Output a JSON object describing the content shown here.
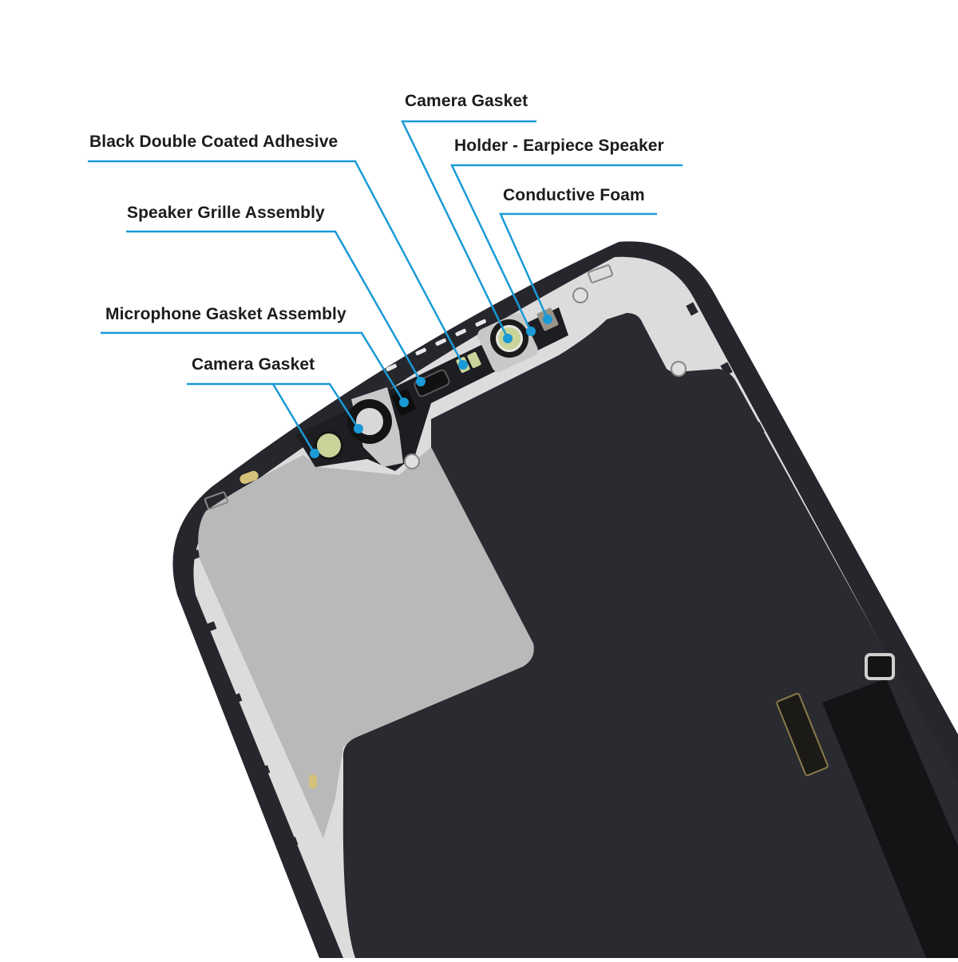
{
  "diagram": {
    "subject": "Smartphone OLED display assembly (rear view) with pre-installed small parts",
    "callout_color": "#1a9ad6",
    "colors": {
      "background": "#ffffff",
      "frame_black": "#26272d",
      "midplate_silver": "#d6d6d6",
      "shield_gray": "#b8b8b8",
      "panel_black": "#2a2b31",
      "gasket_green": "#c9d39a"
    }
  },
  "labels": [
    {
      "id": "camera-gasket-top",
      "text": "Camera Gasket"
    },
    {
      "id": "black-double-coated-adhesive",
      "text": "Black Double Coated Adhesive"
    },
    {
      "id": "holder-earpiece-speaker",
      "text": "Holder - Earpiece Speaker"
    },
    {
      "id": "conductive-foam",
      "text": "Conductive Foam"
    },
    {
      "id": "speaker-grille-assembly",
      "text": "Speaker Grille Assembly"
    },
    {
      "id": "microphone-gasket-assembly",
      "text": "Microphone Gasket Assembly"
    },
    {
      "id": "camera-gasket-bottom",
      "text": "Camera Gasket"
    }
  ]
}
